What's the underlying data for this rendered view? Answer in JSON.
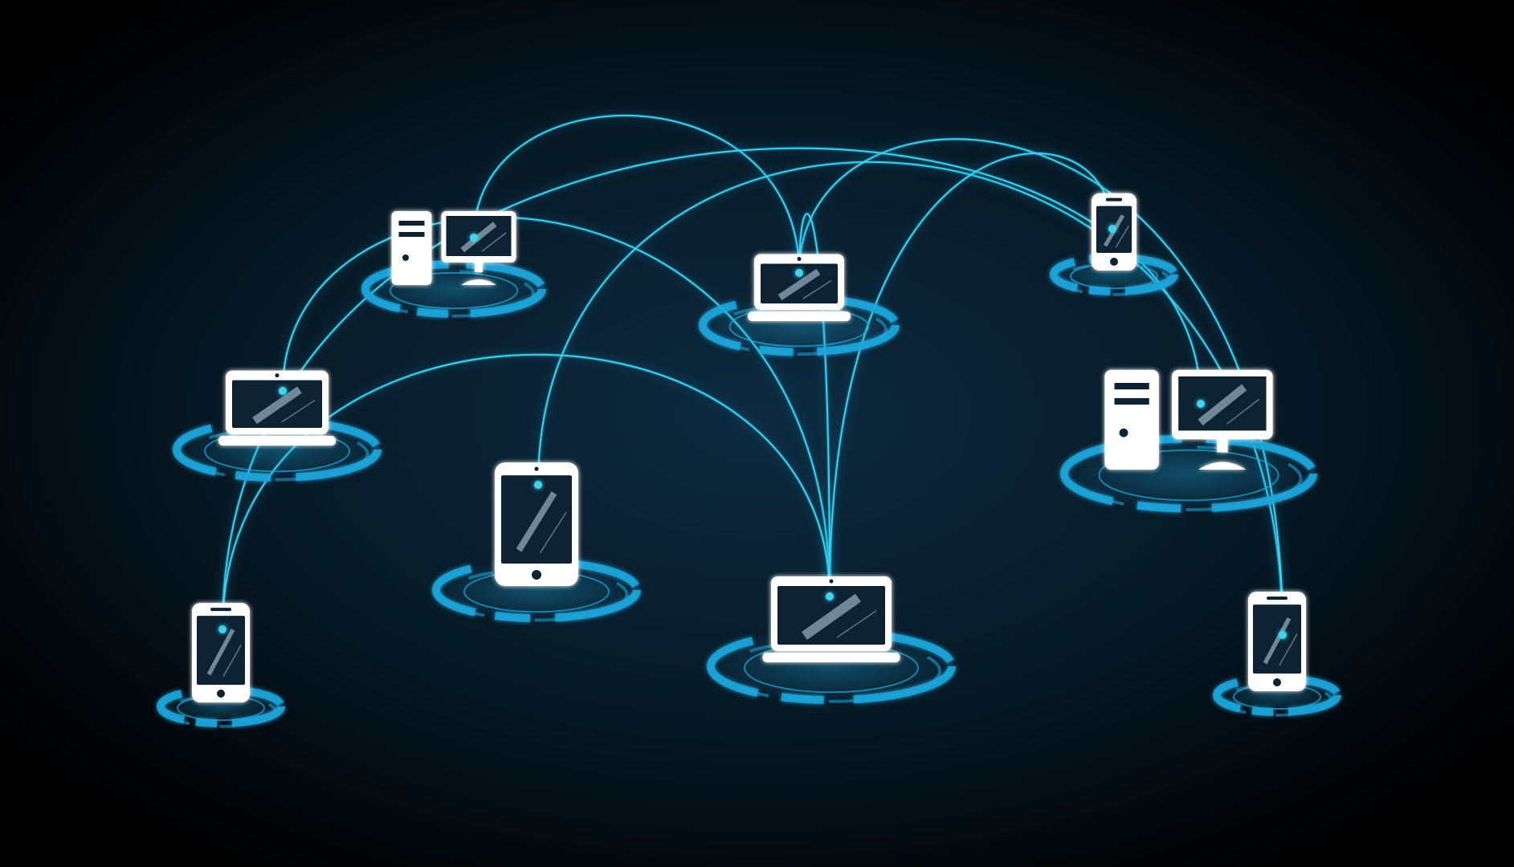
{
  "colors": {
    "background_center": "#0d2a3f",
    "background_edge": "#000000",
    "link": "#3fd3ef",
    "link_glow": "#1aa9d6",
    "device": "#ffffff",
    "screen": "#0b2233",
    "platform": "#1fa6dc"
  },
  "devices": [
    {
      "name": "desktop-computer-icon",
      "kind": "desktop"
    },
    {
      "name": "laptop-icon",
      "kind": "laptop"
    },
    {
      "name": "smartphone-icon",
      "kind": "phone"
    },
    {
      "name": "laptop-icon",
      "kind": "laptop"
    },
    {
      "name": "tablet-icon",
      "kind": "tablet"
    },
    {
      "name": "laptop-icon",
      "kind": "laptop"
    },
    {
      "name": "desktop-computer-icon",
      "kind": "desktop"
    },
    {
      "name": "smartphone-icon",
      "kind": "phone"
    },
    {
      "name": "smartphone-icon",
      "kind": "phone"
    }
  ],
  "connections": [
    {
      "from": 0,
      "to": 3
    },
    {
      "from": 1,
      "to": 5
    },
    {
      "from": 4,
      "to": 8
    },
    {
      "from": 3,
      "to": 8
    },
    {
      "from": 2,
      "to": 6
    },
    {
      "from": 5,
      "to": 7
    },
    {
      "from": 3,
      "to": 5
    },
    {
      "from": 5,
      "to": 2
    }
  ]
}
